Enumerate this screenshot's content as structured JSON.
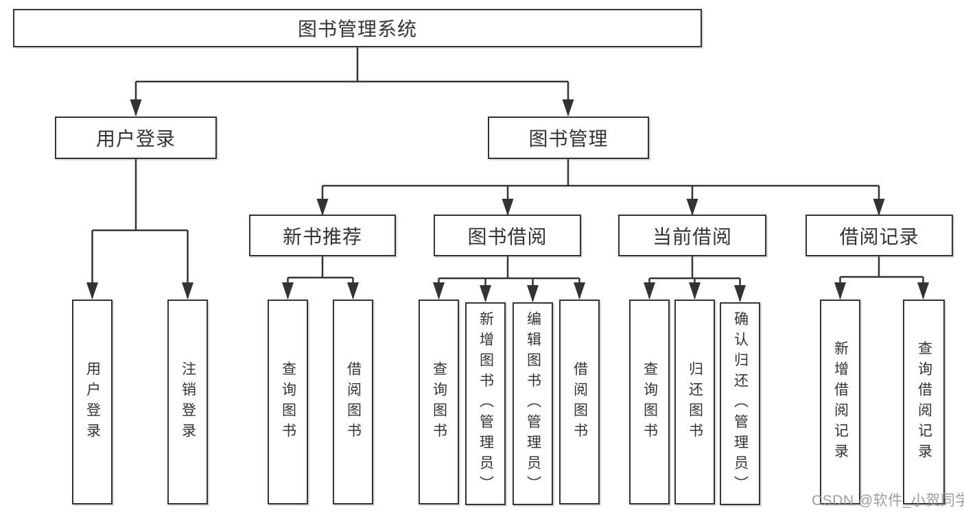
{
  "diagram": {
    "root": "图书管理系统",
    "branches": [
      {
        "label": "用户登录",
        "leaves": [
          "用户登录",
          "注销登录"
        ]
      },
      {
        "label": "图书管理",
        "groups": [
          {
            "label": "新书推荐",
            "leaves": [
              "查询图书",
              "借阅图书"
            ]
          },
          {
            "label": "图书借阅",
            "leaves": [
              "查询图书",
              "新增图书（管理员）",
              "编辑图书（管理员）",
              "借阅图书"
            ]
          },
          {
            "label": "当前借阅",
            "leaves": [
              "查询图书",
              "归还图书",
              "确认归还（管理员）"
            ]
          },
          {
            "label": "借阅记录",
            "leaves": [
              "新增借阅记录",
              "查询借阅记录"
            ]
          }
        ]
      }
    ]
  },
  "watermark": {
    "text": "CSDN @软件_小贺同学"
  },
  "colors": {
    "line": "#333333",
    "box_border": "#333333",
    "box_fill": "#ffffff",
    "text": "#333333",
    "watermark": "#919191",
    "background": "#ffffff"
  }
}
